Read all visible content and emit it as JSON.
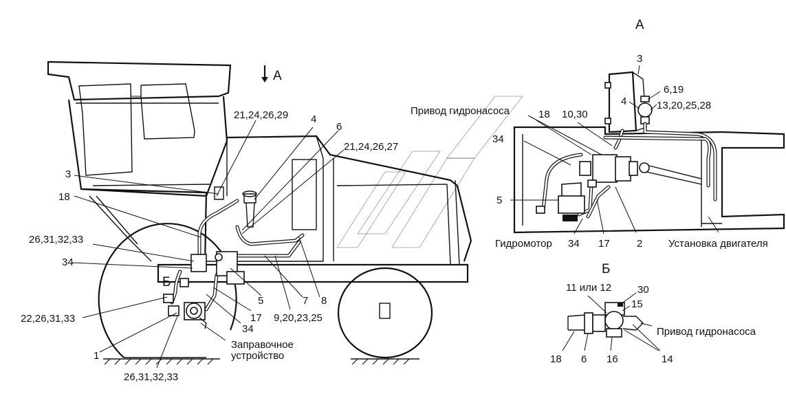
{
  "view_labels": {
    "view_a_arrow": "А",
    "view_a_title": "А",
    "view_b_arrow": "Б",
    "view_b_title": "Б"
  },
  "main_callouts": {
    "c_21_24_26_29": "21,24,26,29",
    "c_4": "4",
    "c_6": "6",
    "c_21_24_26_27": "21,24,26,27",
    "c_3": "3",
    "c_18": "18",
    "c_26_31_32_33_top": "26,31,32,33",
    "c_34_left": "34",
    "c_22_26_31_33": "22,26,31,33",
    "c_1": "1",
    "c_26_31_32_33_bottom": "26,31,32,33",
    "c_5": "5",
    "c_17": "17",
    "c_34_bottom": "34",
    "c_refuel": "Заправочное\nустройство",
    "c_9_20_23_25": "9,20,23,25",
    "c_7": "7",
    "c_8": "8"
  },
  "view_a_callouts": {
    "a_3": "3",
    "a_6_19": "6,19",
    "a_4": "4",
    "a_13_20_25_28": "13,20,25,28",
    "a_pump_drive": "Привод гидронасоса",
    "a_18": "18",
    "a_10_30": "10,30",
    "a_34_top": "34",
    "a_5": "5",
    "a_hydromotor": "Гидромотор",
    "a_34_bottom": "34",
    "a_17": "17",
    "a_2": "2",
    "a_engine": "Установка двигателя"
  },
  "view_b_callouts": {
    "b_11_or_12": "11 или 12",
    "b_30": "30",
    "b_15": "15",
    "b_pump_drive": "Привод гидронасоса",
    "b_18": "18",
    "b_6": "6",
    "b_16": "16",
    "b_14": "14"
  }
}
